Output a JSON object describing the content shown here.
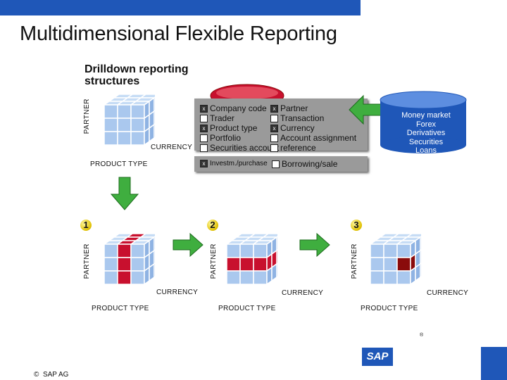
{
  "title": "Multidimensional Flexible Reporting",
  "subtitle": "Drilldown reporting structures",
  "axes": {
    "partner": "PARTNER",
    "currency": "CURRENCY",
    "product_type": "PRODUCT TYPE"
  },
  "characteristics": {
    "left": [
      {
        "label": "Company code",
        "checked": true
      },
      {
        "label": "Trader",
        "checked": false
      },
      {
        "label": "Product type",
        "checked": true
      },
      {
        "label": "Portfolio",
        "checked": false
      },
      {
        "label": "Securities account",
        "checked": false
      }
    ],
    "right": [
      {
        "label": "Partner",
        "checked": true
      },
      {
        "label": "Transaction",
        "checked": false
      },
      {
        "label": "Currency",
        "checked": true
      },
      {
        "label": "Account assignment",
        "checked": false
      },
      {
        "label": "reference",
        "checked": false
      }
    ]
  },
  "mode": [
    {
      "label": "Investm./purchase",
      "checked": true
    },
    {
      "label": "Borrowing/sale",
      "checked": false
    }
  ],
  "database_items": [
    "Money market",
    "Forex",
    "Derivatives",
    "Securities",
    "Loans"
  ],
  "steps": [
    "1",
    "2",
    "3"
  ],
  "footer": {
    "copyright": "SAP AG",
    "logo": "SAP"
  },
  "colors": {
    "blue": "#1f57b8",
    "cube": "#aac8ee",
    "cube_edge": "#ffffff",
    "highlight": "#c8102e",
    "dark_highlight": "#8a0b0b",
    "arrow": "#3fae3f",
    "panel": "#9a9a9a"
  }
}
